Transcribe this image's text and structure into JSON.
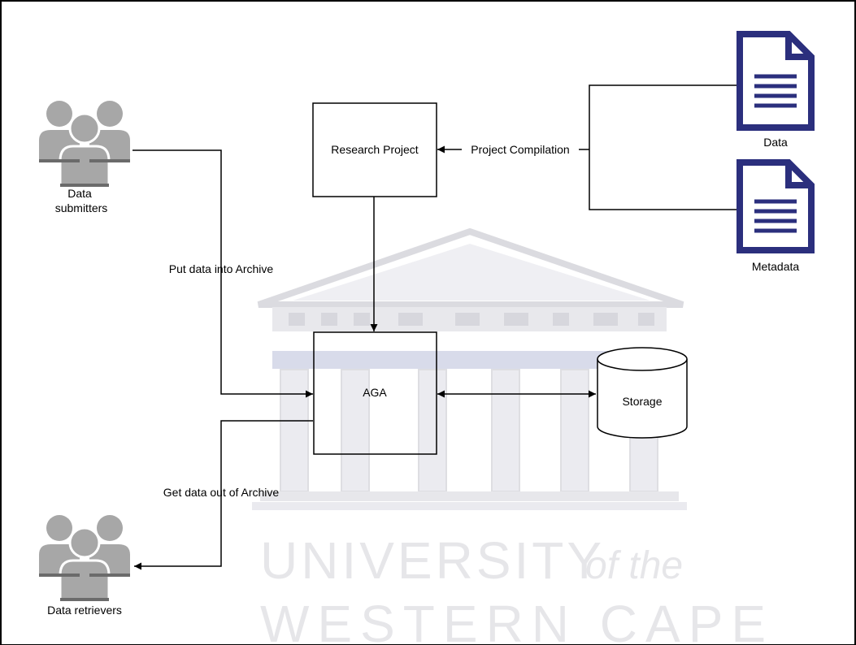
{
  "diagram": {
    "nodes": {
      "data_submitters": "Data\nsubmitters",
      "research_project": "Research Project",
      "aga": "AGA",
      "storage": "Storage",
      "data_doc": "Data",
      "metadata_doc": "Metadata",
      "data_retrievers": "Data retrievers"
    },
    "edges": {
      "project_compilation": "Project Compilation",
      "put_data": "Put data into Archive",
      "get_data": "Get data out of Archive"
    },
    "watermark": {
      "line1": "UNIVERSITY",
      "line1_suffix": "of the",
      "line2": "WESTERN CAPE"
    }
  },
  "colors": {
    "line": "#000000",
    "document": "#2b2f7d",
    "people": "#a7a7a7",
    "people_dark": "#6b6b6b",
    "watermark": "#cfcfd6",
    "watermark_band": "#bcc2d8"
  },
  "icons": {
    "people": "people-group-icon",
    "document": "document-icon"
  }
}
